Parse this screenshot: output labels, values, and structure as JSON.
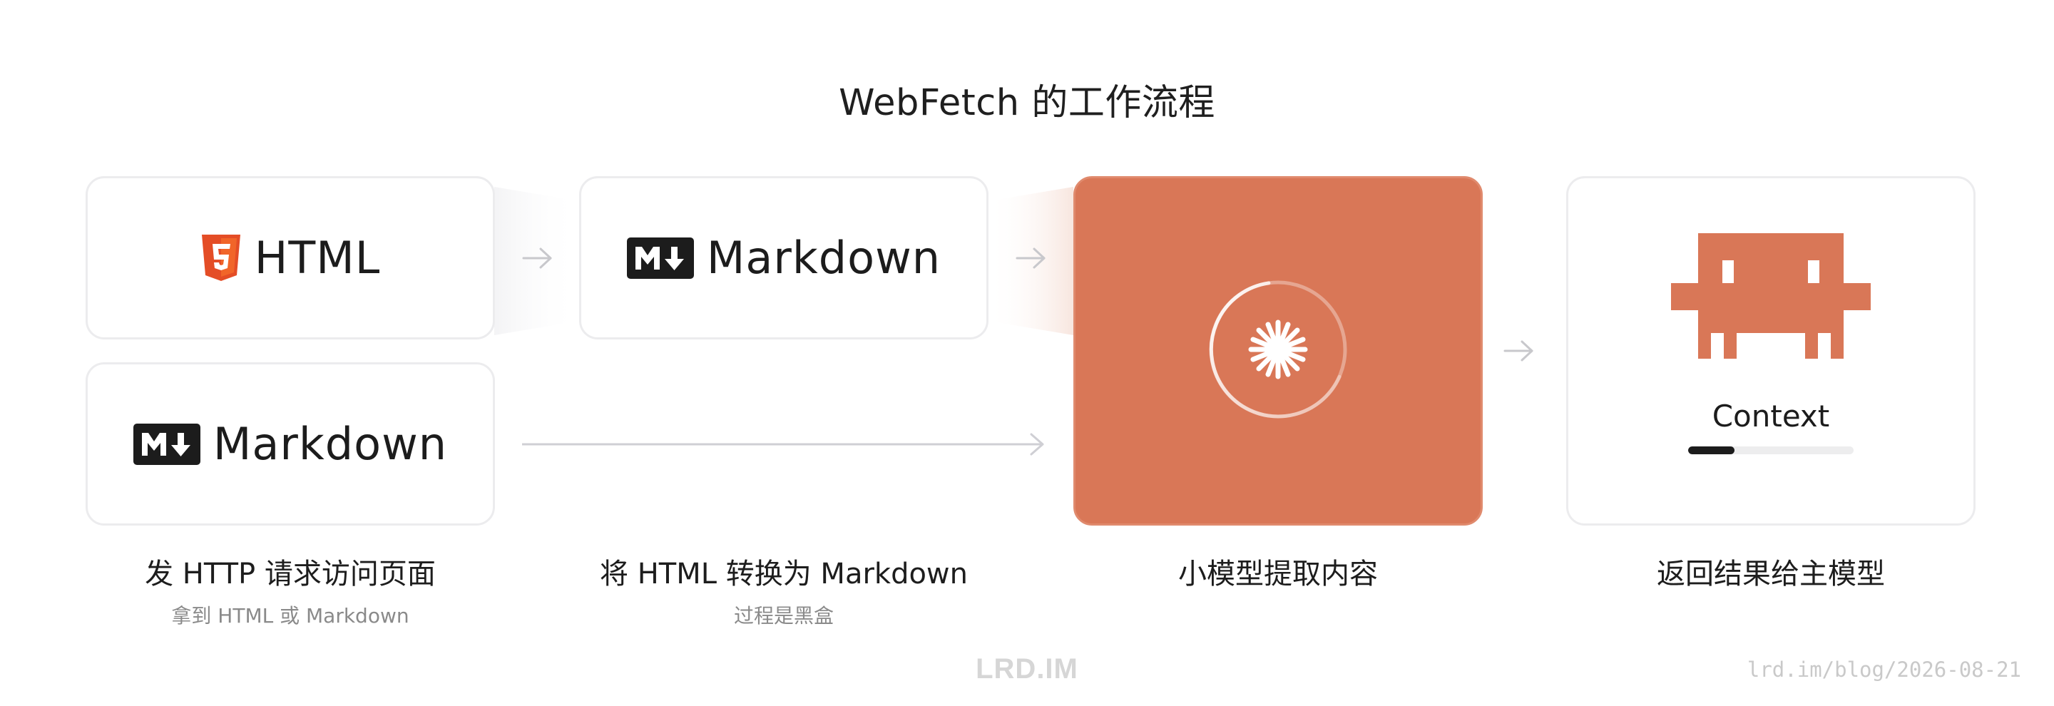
{
  "title": "WebFetch 的工作流程",
  "cards": {
    "html": {
      "label": "HTML",
      "icon": "html5-icon"
    },
    "markdown_converted": {
      "label": "Markdown",
      "icon": "markdown-icon"
    },
    "markdown_direct": {
      "label": "Markdown",
      "icon": "markdown-icon"
    },
    "model": {
      "icon": "sparkle-spinner-icon"
    },
    "context": {
      "label": "Context",
      "icon": "space-invader-icon",
      "fill_fraction": 0.28
    }
  },
  "captions": [
    {
      "main": "发 HTTP 请求访问页面",
      "sub": "拿到 HTML 或 Markdown"
    },
    {
      "main": "将 HTML 转换为 Markdown",
      "sub": "过程是黑盒"
    },
    {
      "main": "小模型提取内容",
      "sub": ""
    },
    {
      "main": "返回结果给主模型",
      "sub": ""
    }
  ],
  "brand": "LRD.IM",
  "footer_url": "lrd.im/blog/2026-08-21",
  "colors": {
    "accent": "#d97757",
    "html5_orange": "#e44d26",
    "arrow": "#c8c8cc",
    "card_border": "#ececee"
  }
}
